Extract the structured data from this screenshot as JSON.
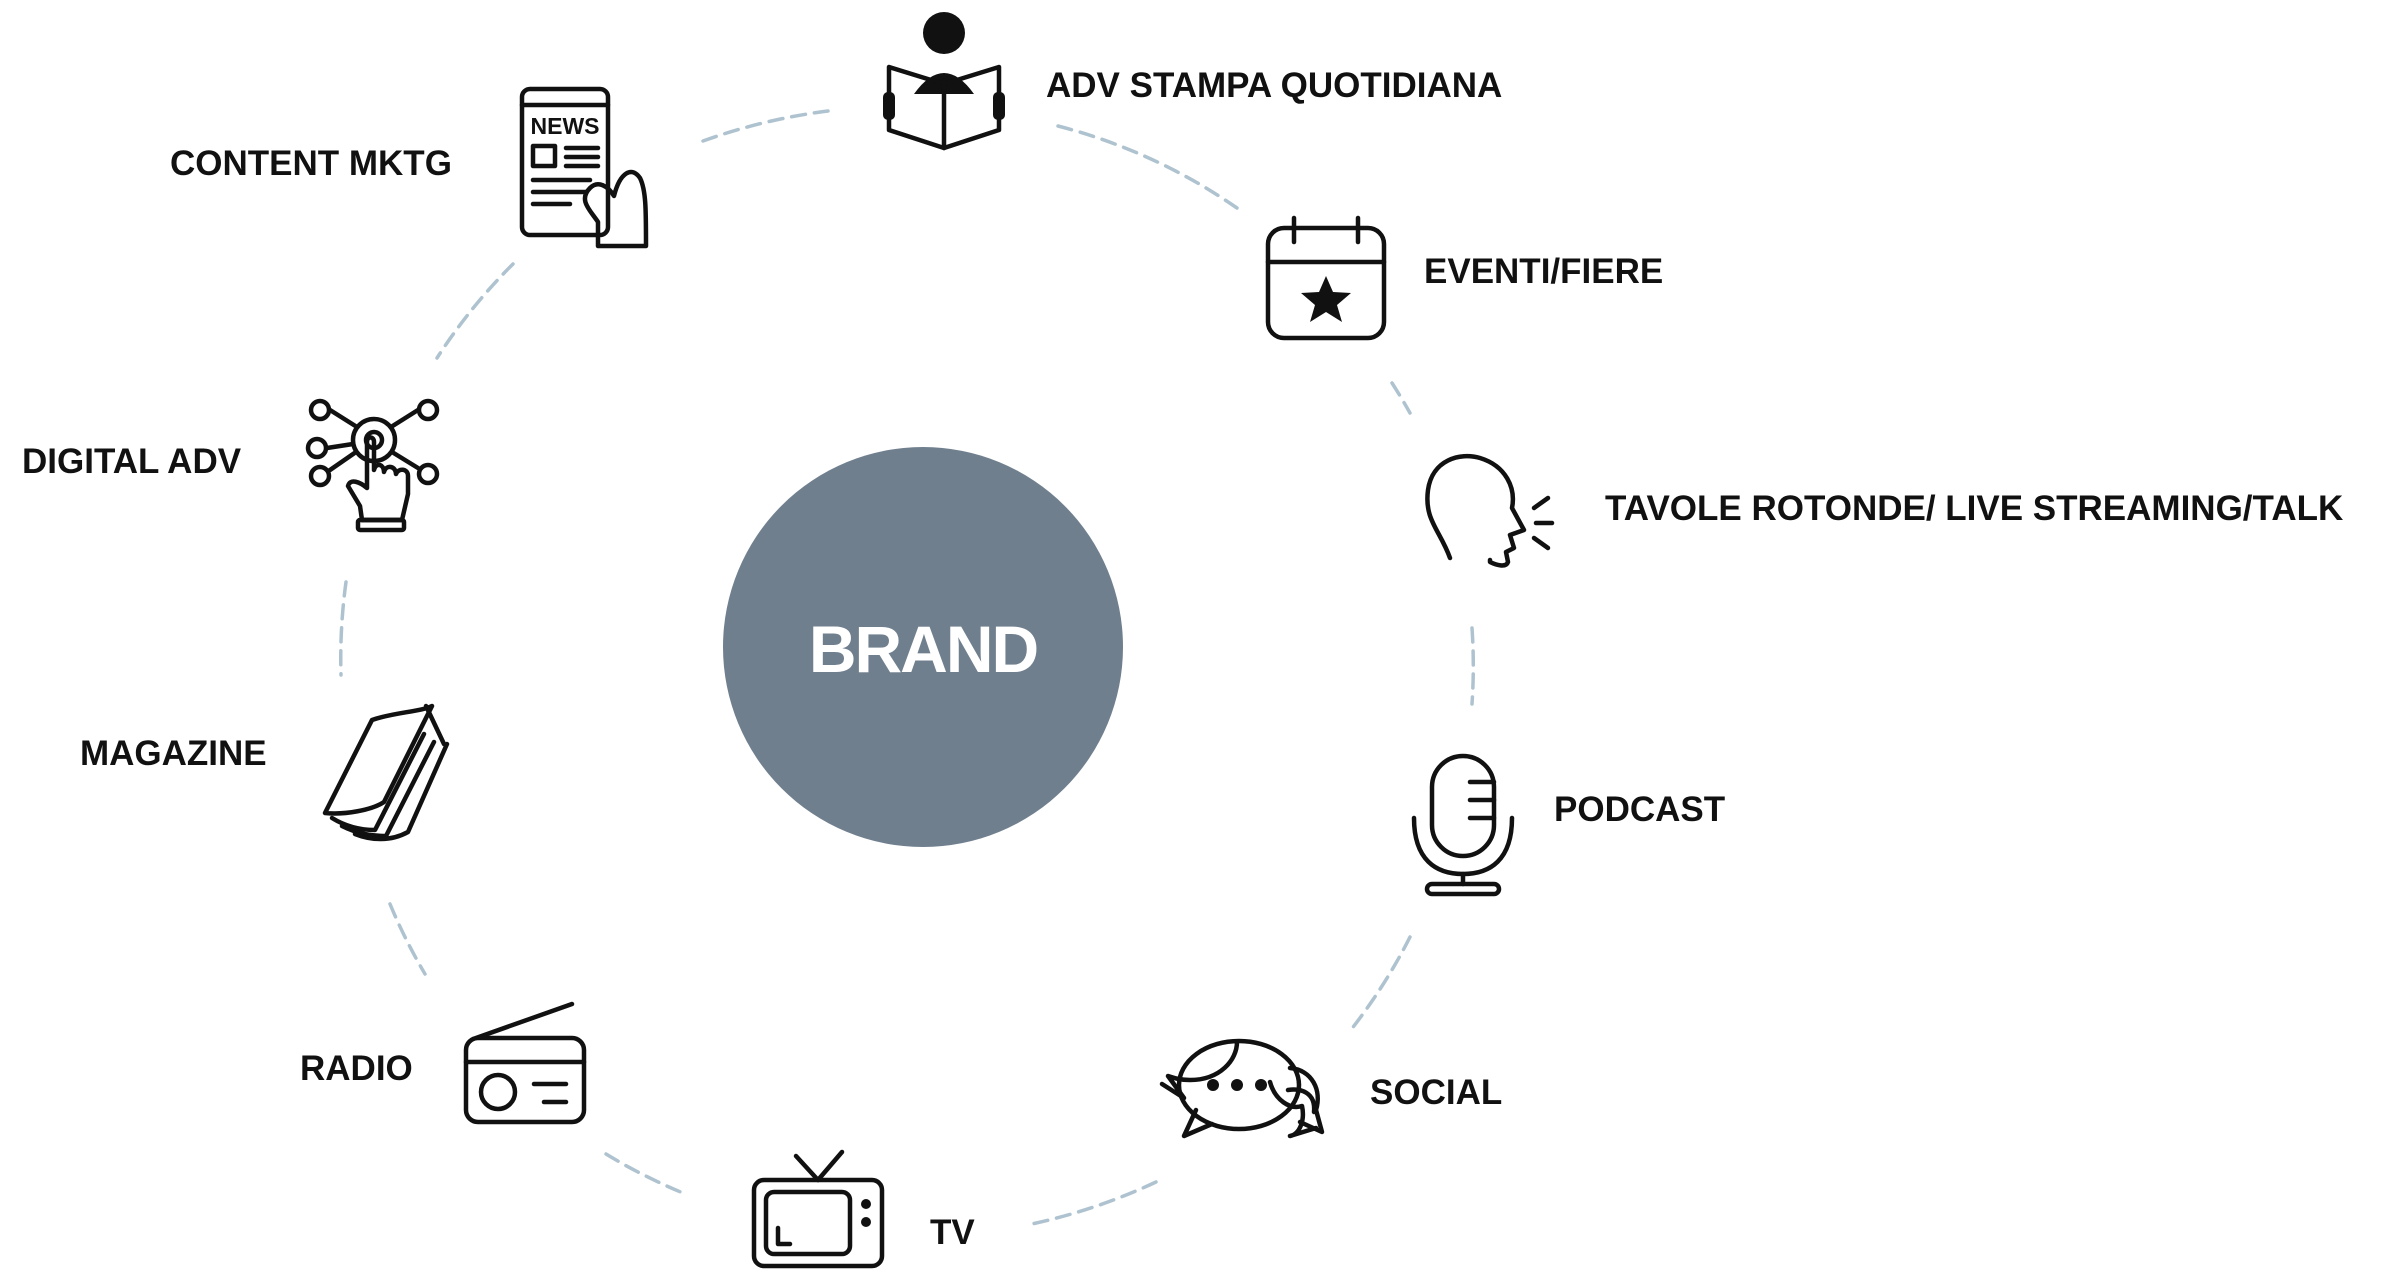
{
  "center": {
    "label": "BRAND",
    "color": "#707f8e"
  },
  "colors": {
    "connector": "#aec3cf",
    "label_text": "#111111",
    "icon_stroke": "#111111"
  },
  "channels": [
    {
      "id": "adv-stampa-quotidiana",
      "label": "ADV STAMPA QUOTIDIANA",
      "icon": "newspaper-reader-icon"
    },
    {
      "id": "eventi-fiere",
      "label": "EVENTI/FIERE",
      "icon": "calendar-star-icon"
    },
    {
      "id": "tavole-rotonde",
      "label": "TAVOLE ROTONDE/ LIVE STREAMING/TALK",
      "icon": "speaking-head-icon"
    },
    {
      "id": "podcast",
      "label": "PODCAST",
      "icon": "microphone-icon"
    },
    {
      "id": "social",
      "label": "SOCIAL",
      "icon": "chat-bubbles-icon"
    },
    {
      "id": "tv",
      "label": "TV",
      "icon": "television-icon"
    },
    {
      "id": "radio",
      "label": "RADIO",
      "icon": "radio-icon"
    },
    {
      "id": "magazine",
      "label": "MAGAZINE",
      "icon": "magazine-icon"
    },
    {
      "id": "digital-adv",
      "label": "DIGITAL ADV",
      "icon": "digital-touch-network-icon"
    },
    {
      "id": "content-mktg",
      "label": "CONTENT MKTG",
      "icon": "news-tablet-icon",
      "icon_text": "NEWS"
    }
  ]
}
